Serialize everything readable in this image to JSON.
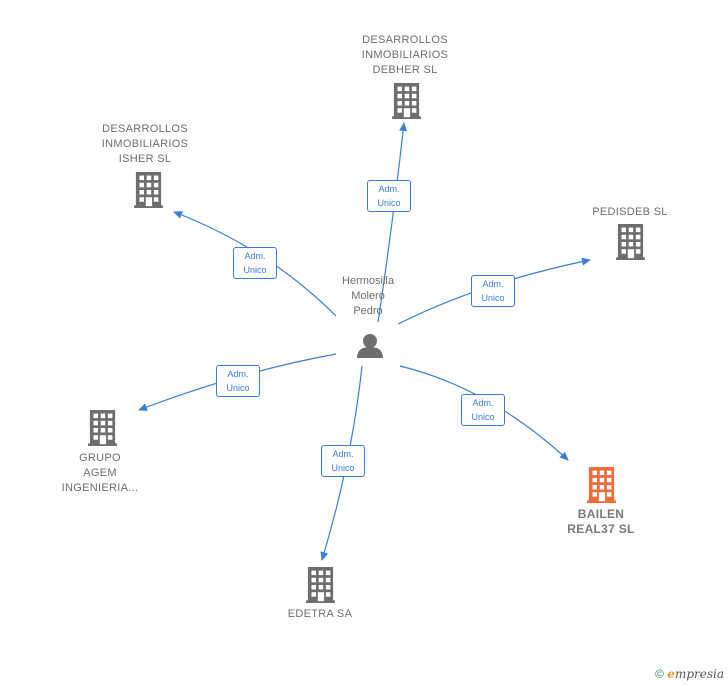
{
  "colors": {
    "accent": "#3a7ed8",
    "node": "#6e6e6e",
    "highlight": "#f26b3a"
  },
  "person": {
    "name": "Hermosilla\nMolero\nPedro",
    "icon": "person-icon"
  },
  "relation_label": "Adm.\nUnico",
  "companies": [
    {
      "id": "debher",
      "name": "DESARROLLOS\nINMOBILIARIOS\nDEBHER  SL",
      "highlight": false,
      "icon": "building-icon"
    },
    {
      "id": "isher",
      "name": "DESARROLLOS\nINMOBILIARIOS\nISHER  SL",
      "highlight": false,
      "icon": "building-icon"
    },
    {
      "id": "pedisdeb",
      "name": "PEDISDEB  SL",
      "highlight": false,
      "icon": "building-icon"
    },
    {
      "id": "agem",
      "name": "GRUPO\nAGEM\nINGENIERIA...",
      "highlight": false,
      "icon": "building-icon"
    },
    {
      "id": "bailen",
      "name": "BAILEN\nREAL37  SL",
      "highlight": true,
      "icon": "building-icon"
    },
    {
      "id": "edetra",
      "name": "EDETRA SA",
      "highlight": false,
      "icon": "building-icon"
    }
  ],
  "footer": {
    "copyright": "©",
    "brand_initial": "e",
    "brand_rest": "mpresia"
  }
}
